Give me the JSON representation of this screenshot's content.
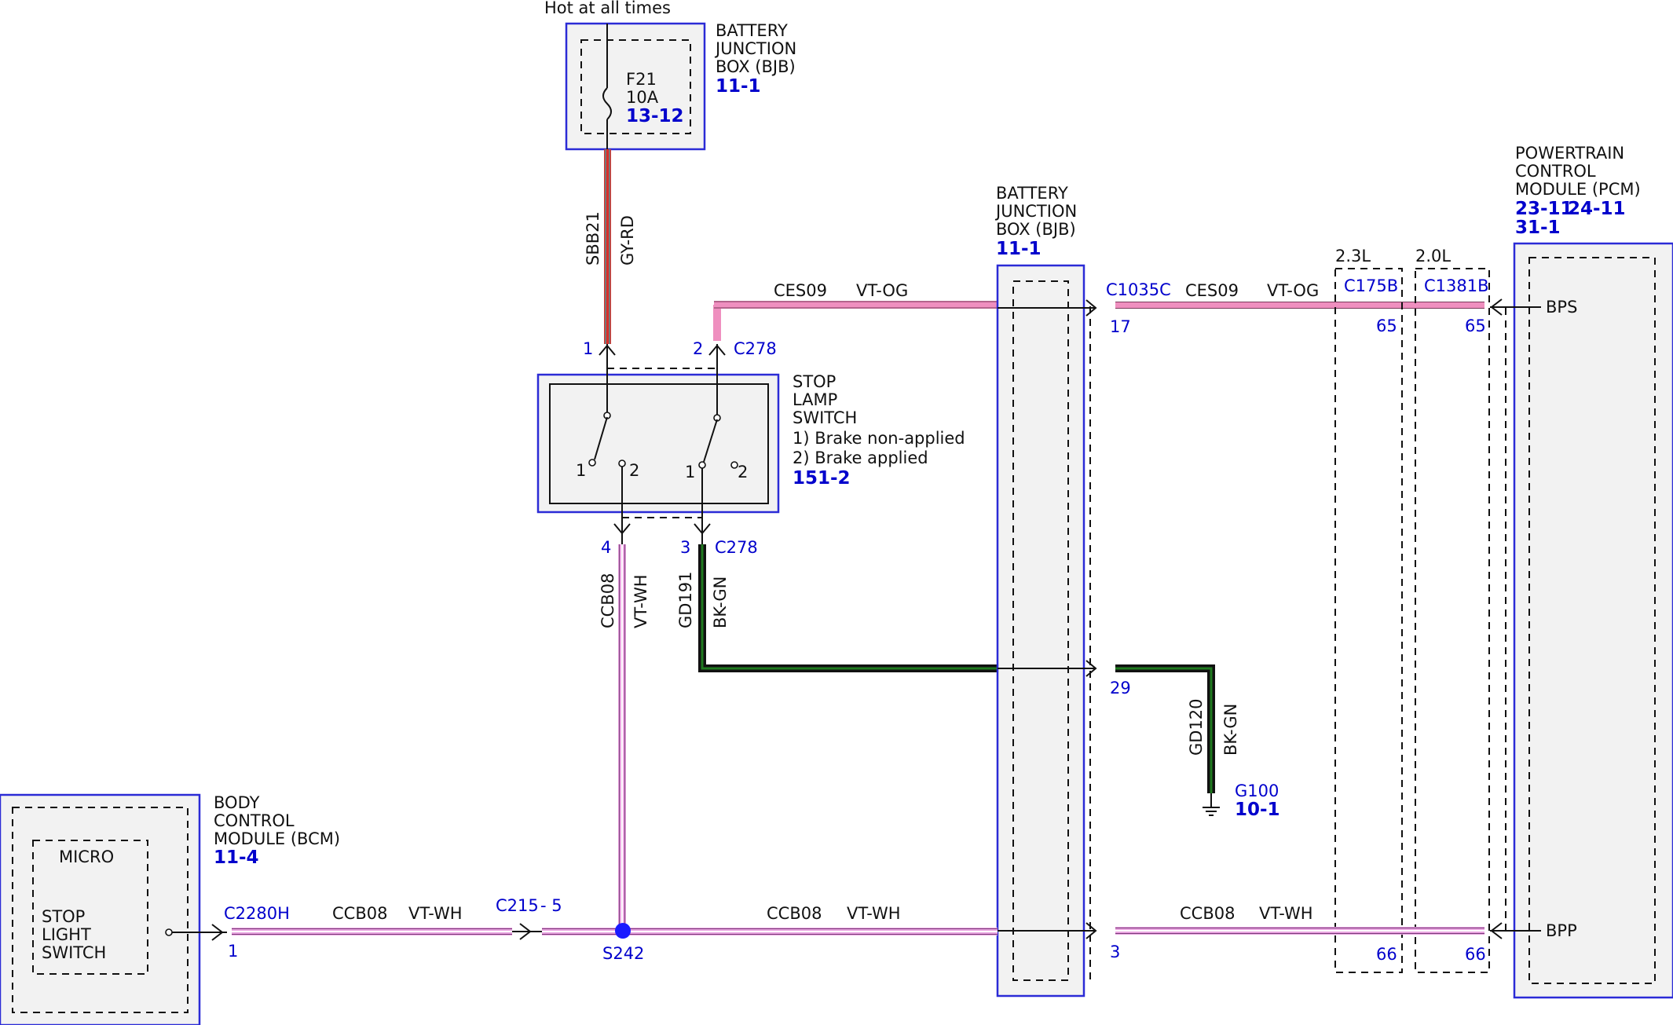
{
  "header": {
    "power_note": "Hot at all times"
  },
  "colors": {
    "component_border": "#2b2bd6",
    "reference_text": "#0000cc",
    "vt_wh": "#e9a4e0",
    "vt_og": "#ef8fbf",
    "gy_rd_gray": "#777777",
    "gy_rd_red": "#d9302c",
    "bk_gn_black": "#111111",
    "bk_gn_green": "#1f7a1f",
    "splice_dot": "#1a1aff"
  },
  "components": {
    "bjb_top": {
      "line1": "BATTERY",
      "line2": "JUNCTION",
      "line3": "BOX (BJB)",
      "ref": "11-1"
    },
    "fuse": {
      "id": "F21",
      "rating": "10A",
      "ref": "13-12"
    },
    "stop_lamp_switch": {
      "line1": "STOP",
      "line2": "LAMP",
      "line3": "SWITCH",
      "state1": "1) Brake non-applied",
      "state2": "2) Brake applied",
      "ref": "151-2",
      "contact_a1": "1",
      "contact_a2": "2",
      "contact_b1": "1",
      "contact_b2": "2"
    },
    "bjb_mid": {
      "line1": "BATTERY",
      "line2": "JUNCTION",
      "line3": "BOX (BJB)",
      "ref": "11-1"
    },
    "pcm": {
      "line1": "POWERTRAIN",
      "line2": "CONTROL",
      "line3": "MODULE (PCM)",
      "ref1": "23-11",
      "ref2": "24-11",
      "ref3": "31-1",
      "pin_bps": "BPS",
      "pin_bpp": "BPP"
    },
    "bcm": {
      "line1": "BODY",
      "line2": "CONTROL",
      "line3": "MODULE (BCM)",
      "ref": "11-4",
      "micro": "MICRO",
      "sw1": "STOP",
      "sw2": "LIGHT",
      "sw3": "SWITCH"
    },
    "variants": {
      "v1": "2.3L",
      "v2": "2.0L"
    }
  },
  "wires": {
    "sbb21": {
      "circuit": "SBB21",
      "color": "GY-RD"
    },
    "ces09_a": {
      "circuit": "CES09",
      "color": "VT-OG"
    },
    "ces09_b": {
      "circuit": "CES09",
      "color": "VT-OG"
    },
    "ccb08_v": {
      "circuit": "CCB08",
      "color": "VT-WH"
    },
    "gd191": {
      "circuit": "GD191",
      "color": "BK-GN"
    },
    "gd120": {
      "circuit": "GD120",
      "color": "BK-GN"
    },
    "ccb08_bcm": {
      "circuit": "CCB08",
      "color": "VT-WH"
    },
    "ccb08_mid": {
      "circuit": "CCB08",
      "color": "VT-WH"
    },
    "ccb08_right": {
      "circuit": "CCB08",
      "color": "VT-WH"
    }
  },
  "connectors": {
    "c278_top": "C278",
    "c278_top_pin1": "1",
    "c278_top_pin2": "2",
    "c278_bot": "C278",
    "c278_bot_pin4": "4",
    "c278_bot_pin3": "3",
    "c1035c": "C1035C",
    "c1035c_pin17": "17",
    "c1035c_pin29": "29",
    "c1035c_pin3": "3",
    "c175b": "C175B",
    "c175b_pin65": "65",
    "c175b_pin66": "66",
    "c1381b": "C1381B",
    "c1381b_pin65": "65",
    "c1381b_pin66": "66",
    "c2280h": "C2280H",
    "c2280h_pin1": "1",
    "c215": "C215",
    "c215_pin": "- 5"
  },
  "splice": {
    "id": "S242"
  },
  "ground": {
    "id": "G100",
    "ref": "10-1"
  }
}
